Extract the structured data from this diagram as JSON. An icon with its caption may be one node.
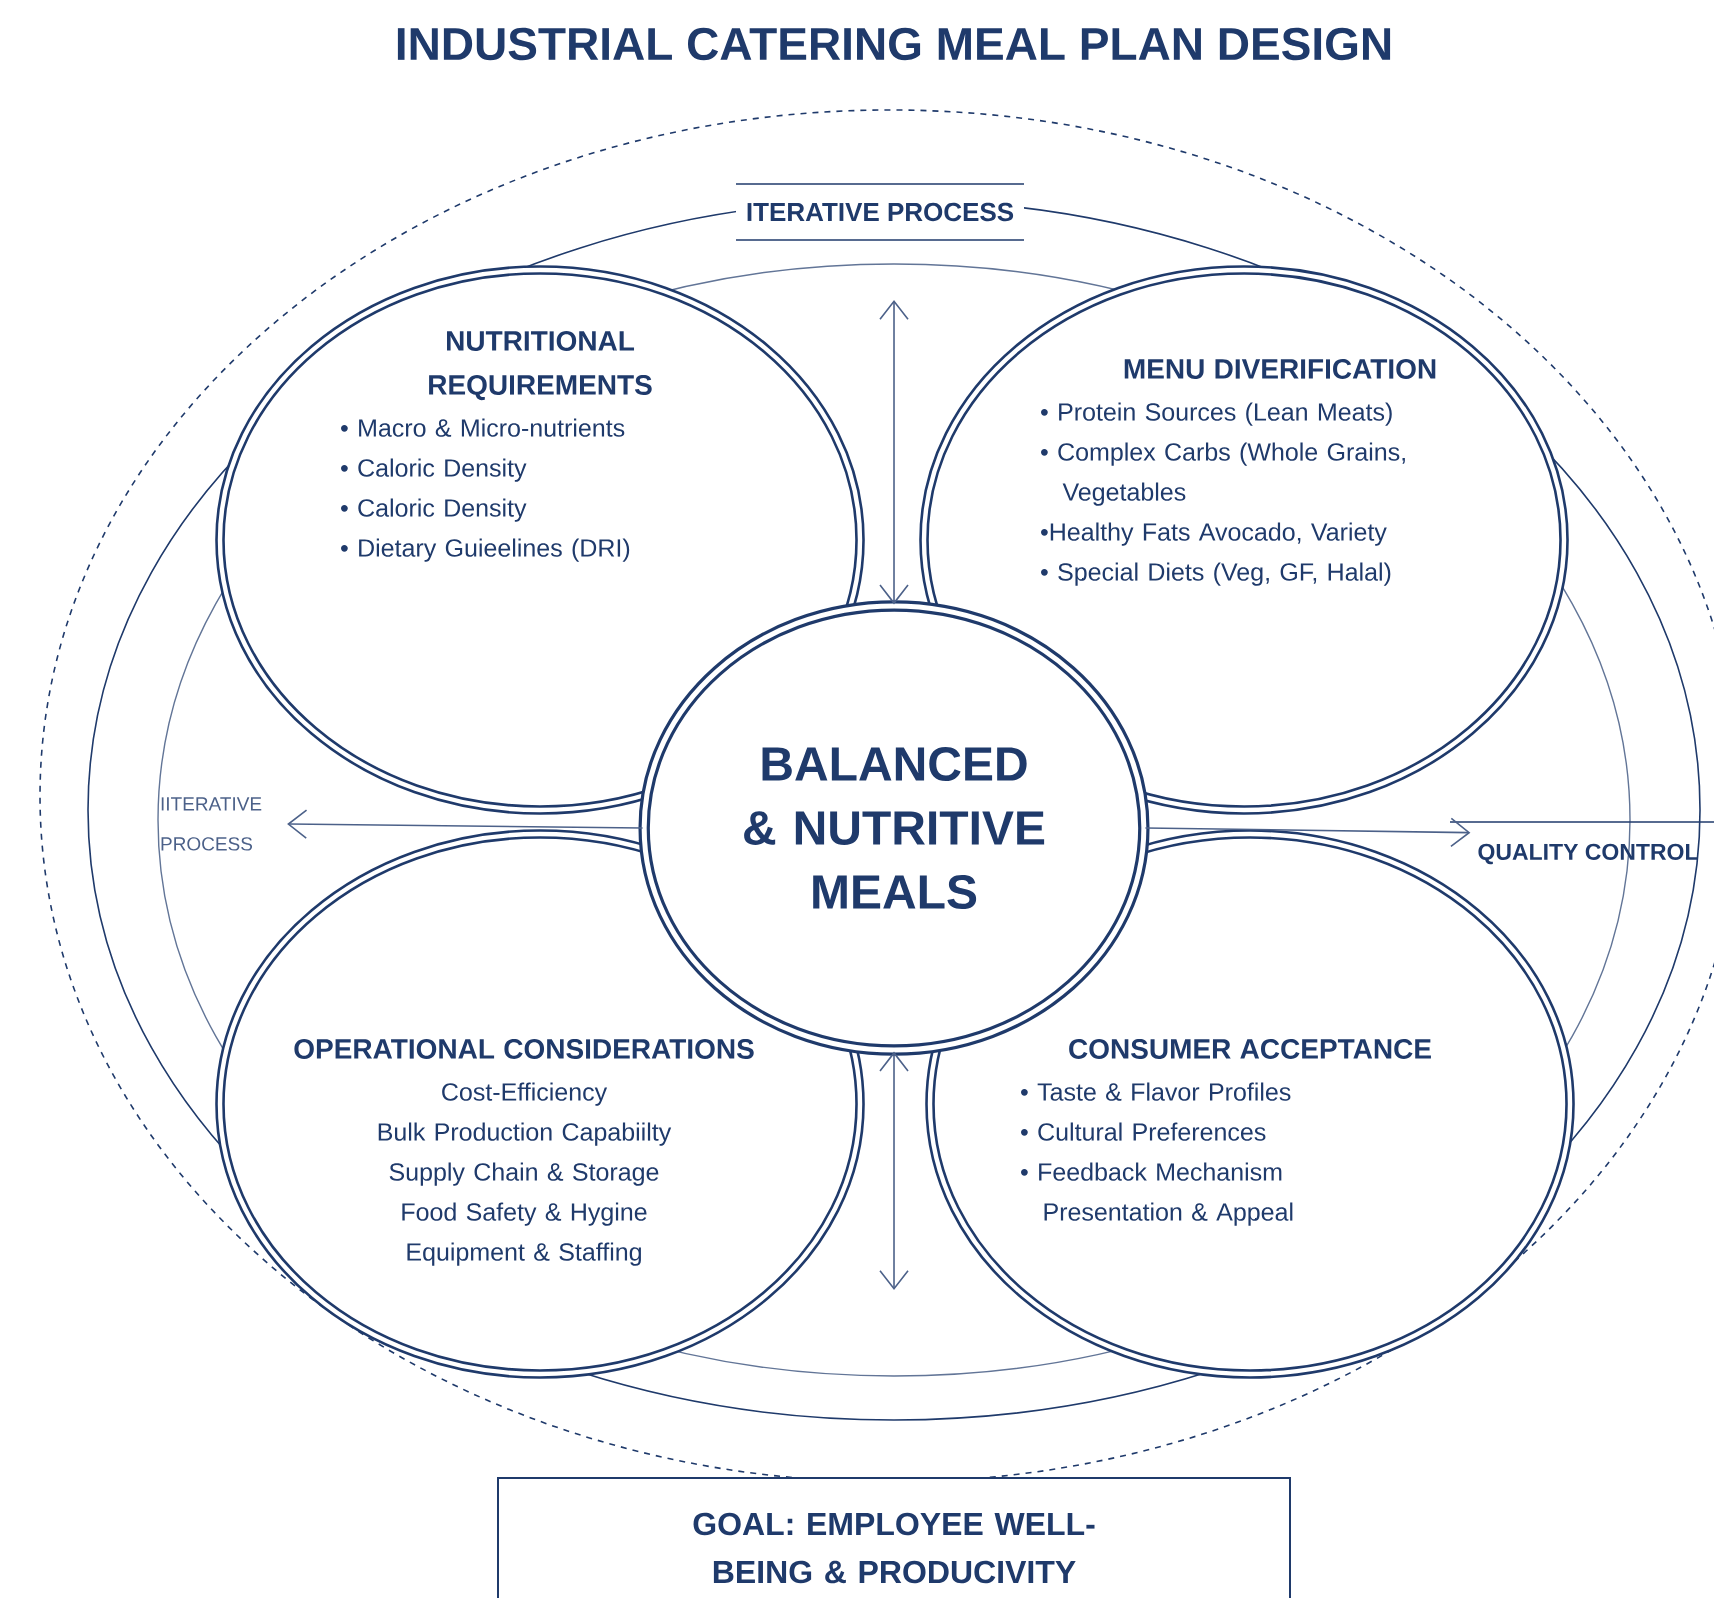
{
  "diagram": {
    "title": "INDUSTRIAL CATERING MEAL PLAN DESIGN",
    "nodes": [
      {
        "text": [
          "NUTRITIONAL REQUIREMENTS",
          "• Macro & Micro-nutrients",
          "• Caloric Density",
          "• Caloric Density",
          "• Dietary Guieelines (DRI)"
        ]
      },
      {
        "text": [
          "MENU DIVERIFICATION",
          "• Protein Sources (Lean Meats)",
          "• Complex Carbs (Whole Grains, Vegetables",
          "•Healthy Fats Avocado, Variety",
          "• Special Diets (Veg, GF, Halal)"
        ]
      },
      {
        "text": [
          "BALANCED & NUTRITIVE MEALS"
        ]
      },
      {
        "text": [
          "OPERATIONAL CONSIDERATIONS",
          "Cost-Efficiency",
          "Bulk Production Capabiilty",
          "Supply Chain & Storage",
          "Food Safety & Hygine",
          "Equipment & Staffing"
        ]
      },
      {
        "text": [
          "CONSUMER ACCEPTANCE",
          "• Taste & Flavor Profiles",
          "• Cultural Preferences",
          "• Feedback Mechanism",
          "Presentation & Appeal"
        ]
      },
      {
        "text": [
          "GOAL: EMPLOYEE WELL-BEING & PRODUCIVITY"
        ]
      },
      {
        "text": [
          "IITERATIVE PROCESS"
        ]
      },
      {
        "text": [
          "QUALITY CONTROL"
        ]
      }
    ],
    "edges": [
      {
        "from": 2,
        "to": null,
        "arrow": "both"
      },
      {
        "from": 2,
        "to": null,
        "arrow": "both"
      },
      {
        "from": 2,
        "to": 6,
        "arrow": "to"
      },
      {
        "from": 2,
        "to": 7,
        "arrow": "to"
      }
    ],
    "labels": [
      "ITERATIVE PROCESS"
    ]
  }
}
